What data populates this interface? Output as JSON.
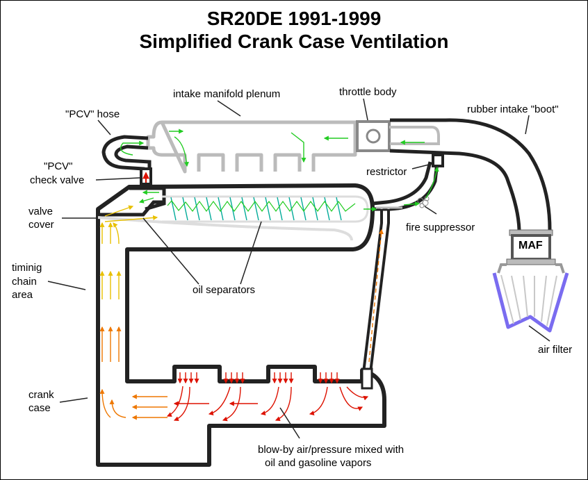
{
  "title": {
    "line1": "SR20DE 1991-1999",
    "line2": "Simplified Crank Case Ventilation"
  },
  "labels": {
    "intake_manifold_plenum": "intake manifold plenum",
    "throttle_body": "throttle body",
    "rubber_intake_boot": "rubber intake \"boot\"",
    "pcv_hose": "\"PCV\" hose",
    "pcv_check_valve_1": "\"PCV\"",
    "pcv_check_valve_2": "check valve",
    "restrictor": "restrictor",
    "valve_cover_1": "valve",
    "valve_cover_2": "cover",
    "fire_suppressor": "fire suppressor",
    "maf": "MAF",
    "timing_chain_1": "timinig",
    "timing_chain_2": "chain",
    "timing_chain_3": "area",
    "oil_separators": "oil separators",
    "air_filter": "air filter",
    "crank_case_1": "crank",
    "crank_case_2": "case",
    "blowby_1": "blow-by air/pressure mixed with",
    "blowby_2": "oil and gasoline vapors"
  },
  "colors": {
    "outline": "#222222",
    "wall_gray": "#cfcfcf",
    "flow_green": "#22cc22",
    "flow_yellow": "#e8c000",
    "flow_orange": "#ee7700",
    "flow_red": "#dd1100",
    "separator_teal": "#00aa99",
    "air_filter_purple": "#7a6cf0"
  }
}
